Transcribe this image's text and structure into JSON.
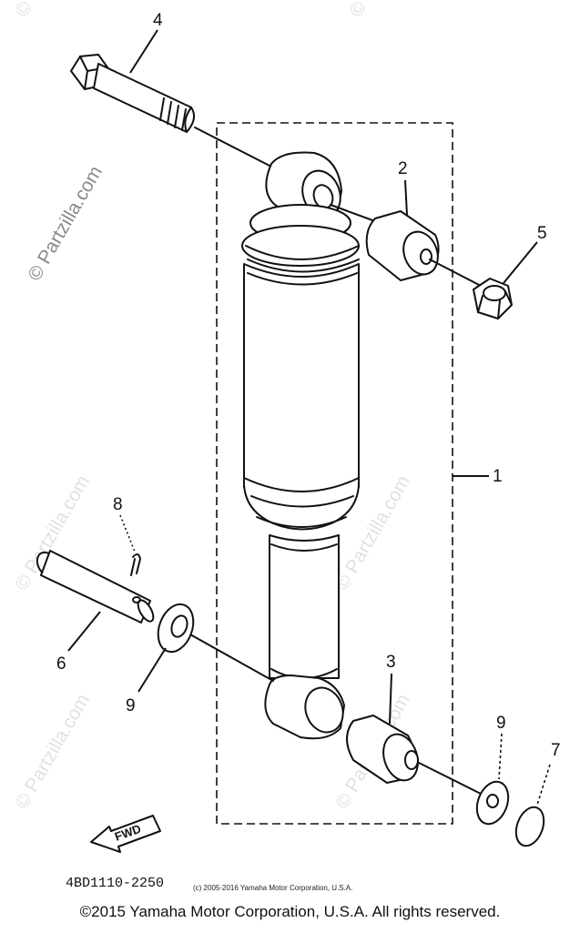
{
  "diagram": {
    "callouts": [
      "1",
      "2",
      "3",
      "4",
      "5",
      "6",
      "7",
      "8",
      "9",
      "9"
    ],
    "part_code": "4BD1110-2250",
    "fwd_label": "FWD",
    "small_copyright": "(c) 2005-2016 Yamaha Motor Corporation, U.S.A.",
    "watermark_text": "© Partzilla.com"
  },
  "footer": {
    "copyright": "©2015 Yamaha Motor Corporation, U.S.A. All rights reserved."
  }
}
